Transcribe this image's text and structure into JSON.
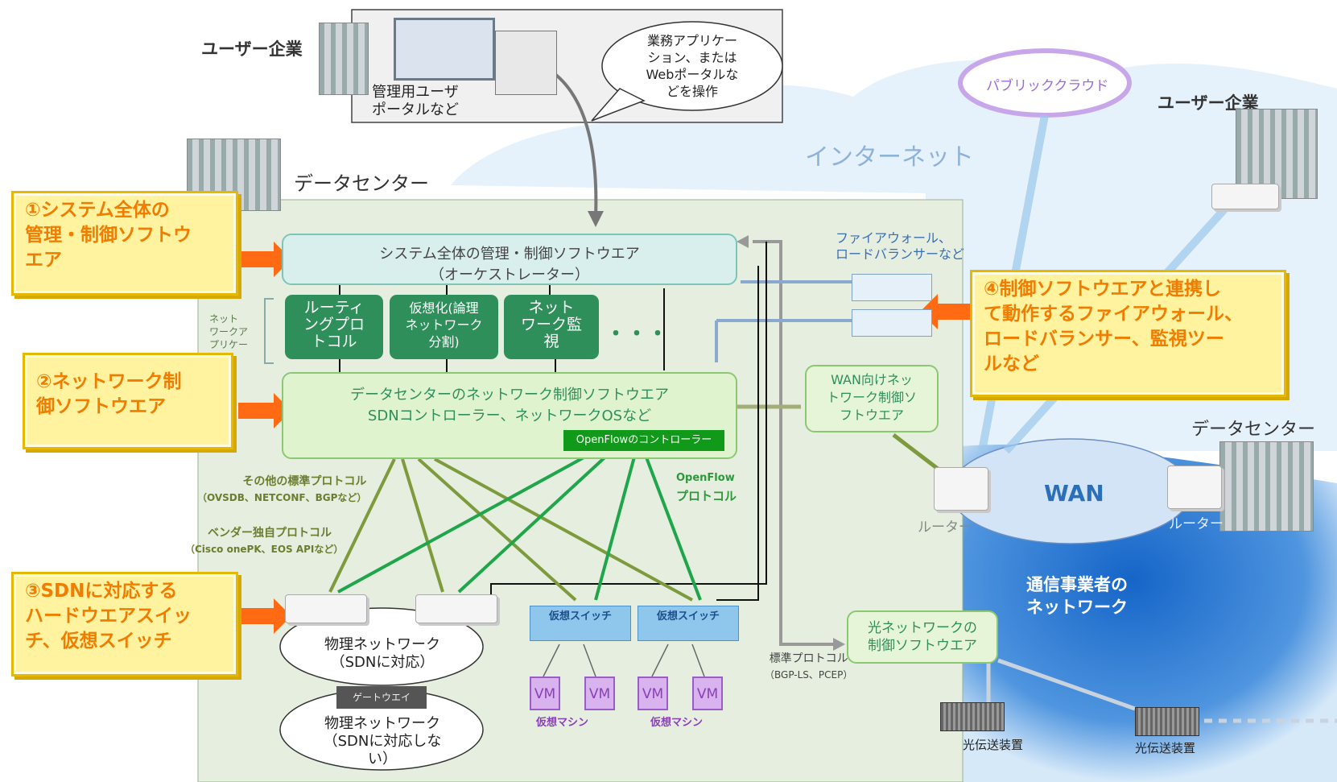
{
  "top_portal": {
    "user_company": "ユーザー企業",
    "portal_label_1": "管理用ユーザ",
    "portal_label_2": "ポータルなど",
    "bubble_1": "業務アプリケー",
    "bubble_2": "ション、または",
    "bubble_3": "Webポータルな",
    "bubble_4": "どを操作"
  },
  "cloud": {
    "public_cloud": "パブリッククラウド",
    "internet": "インターネット",
    "user_company_right": "ユーザー企業"
  },
  "datacenter": {
    "title": "データセンター",
    "orchestrator_1": "システム全体の管理・制御ソフトウエア",
    "orchestrator_2": "（オーケストレーター）",
    "netapps_1": "ネット",
    "netapps_2": "ワークア",
    "netapps_3": "プリケー",
    "tile_routing": [
      "ルーティ",
      "ングプロ",
      "トコル"
    ],
    "tile_virtual": [
      "仮想化(論理",
      "ネットワーク",
      "分割)"
    ],
    "tile_monitor": [
      "ネット",
      "ワーク監",
      "視"
    ],
    "ellipsis": "・・・",
    "controller_1": "データセンターのネットワーク制御ソフトウエア",
    "controller_2": "SDNコントローラー、ネットワークOSなど",
    "openflow_controller": "OpenFlowのコントローラー",
    "other_protocols_1": "その他の標準プロトコル",
    "other_protocols_2": "（OVSDB、NETCONF、BGPなど）",
    "vendor_protocols_1": "ベンダー独自プロトコル",
    "vendor_protocols_2": "（Cisco onePK、EOS APIなど）",
    "openflow_1": "OpenFlow",
    "openflow_2": "プロトコル",
    "phys_net_sdn_1": "物理ネットワーク",
    "phys_net_sdn_2": "（SDNに対応）",
    "gateway": "ゲートウエイ",
    "phys_net_non_1": "物理ネットワーク",
    "phys_net_non_2": "（SDNに対応しない）",
    "vswitch": "仮想スイッチ",
    "vm": "VM",
    "vmachine": "仮想マシン"
  },
  "right": {
    "firewall_1": "ファイアウォール、",
    "firewall_2": "ロードバランサーなど",
    "wan_ctrl": [
      "WAN向けネッ",
      "トワーク制御ソ",
      "フトウエア"
    ],
    "optical_ctrl_1": "光ネットワークの",
    "optical_ctrl_2": "制御ソフトウエア",
    "std_protocol_1": "標準プロトコル",
    "std_protocol_2": "（BGP-LS、PCEP）",
    "datacenter_right": "データセンター",
    "wan": "WAN",
    "router": "ルーター",
    "carrier_1": "通信事業者の",
    "carrier_2": "ネットワーク",
    "optical_device": "光伝送装置"
  },
  "callouts": {
    "c1": [
      "①システム全体の",
      "管理・制御ソフトウ",
      "エア"
    ],
    "c2": [
      "②ネットワーク制",
      "御ソフトウエア"
    ],
    "c3": [
      "③SDNに対応する",
      "ハードウエアスイッ",
      "チ、仮想スイッチ"
    ],
    "c4": [
      "④制御ソフトウエアと連携し",
      "て動作するファイアウォール、",
      "ロードバランサー、監視ツー",
      "ルなど"
    ]
  },
  "colors": {
    "accent_orange": "#f07c00",
    "green_tile": "#2f8f5b",
    "callout_bg": "#fff3a0"
  }
}
